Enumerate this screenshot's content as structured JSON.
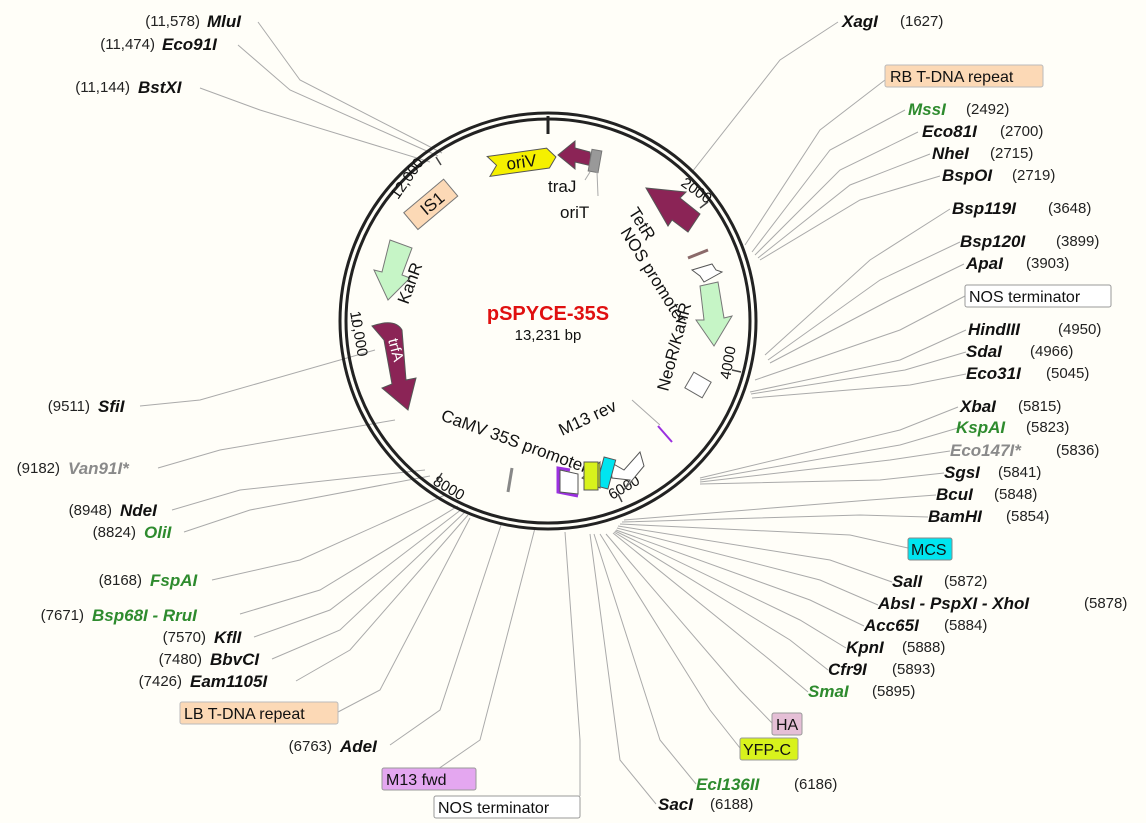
{
  "plasmid": {
    "name": "pSPYCE-35S",
    "size": "13,231 bp",
    "name_color": "#e01010"
  },
  "ticks": [
    "2000",
    "4000",
    "6000",
    "8000",
    "10,000",
    "12,000"
  ],
  "features": {
    "oriV": "oriV",
    "traJ": "traJ",
    "oriT": "oriT",
    "IS1": "IS1",
    "KanR": "KanR",
    "trfA": "trfA",
    "TetR": "TetR",
    "NOS_promoter": "NOS promoter",
    "NeoR": "NeoR/KanR",
    "M13rev": "M13 rev",
    "CaMV": "CaMV 35S promoter"
  },
  "boxes": {
    "rb": "RB T-DNA repeat",
    "nos_term_right": "NOS terminator",
    "mcs": "MCS",
    "ha": "HA",
    "yfp": "YFP-C",
    "lb": "LB T-DNA repeat",
    "m13fwd": "M13 fwd",
    "nos_term_bottom": "NOS terminator"
  },
  "colors": {
    "black_enzyme": "#111111",
    "green_enzyme": "#2e8b2e",
    "gray_enzyme": "#8a8a8a",
    "feature_purple": "#8b2456",
    "feature_green": "#c6f5c6",
    "feature_yellow": "#f5f000",
    "box_peach": "#fcd9b6",
    "box_cyan": "#00e5f0",
    "box_pink": "#e5bfd6",
    "box_violet": "#e4a7f0",
    "box_yellow": "#d8f21c"
  },
  "sites": {
    "mluI": {
      "pos": "(11,578)",
      "name": "MluI"
    },
    "eco91I": {
      "pos": "(11,474)",
      "name": "Eco91I"
    },
    "bstXI": {
      "pos": "(11,144)",
      "name": "BstXI"
    },
    "sfiI": {
      "pos": "(9511)",
      "name": "SfiI"
    },
    "van91I": {
      "pos": "(9182)",
      "name": "Van91I*"
    },
    "ndeI": {
      "pos": "(8948)",
      "name": "NdeI"
    },
    "oliI": {
      "pos": "(8824)",
      "name": "OliI"
    },
    "fspAI": {
      "pos": "(8168)",
      "name": "FspAI"
    },
    "bsp68I": {
      "pos": "(7671)",
      "name": "Bsp68I - RruI"
    },
    "kflI": {
      "pos": "(7570)",
      "name": "KflI"
    },
    "bbvCI": {
      "pos": "(7480)",
      "name": "BbvCI"
    },
    "eam1105I": {
      "pos": "(7426)",
      "name": "Eam1105I"
    },
    "adeI": {
      "pos": "(6763)",
      "name": "AdeI"
    },
    "xagI": {
      "pos": "(1627)",
      "name": "XagI"
    },
    "mssI": {
      "pos": "(2492)",
      "name": "MssI"
    },
    "eco81I": {
      "pos": "(2700)",
      "name": "Eco81I"
    },
    "nheI": {
      "pos": "(2715)",
      "name": "NheI"
    },
    "bspOI": {
      "pos": "(2719)",
      "name": "BspOI"
    },
    "bsp119I": {
      "pos": "(3648)",
      "name": "Bsp119I"
    },
    "bsp120I": {
      "pos": "(3899)",
      "name": "Bsp120I"
    },
    "apaI": {
      "pos": "(3903)",
      "name": "ApaI"
    },
    "hindIII": {
      "pos": "(4950)",
      "name": "HindIII"
    },
    "sdaI": {
      "pos": "(4966)",
      "name": "SdaI"
    },
    "eco31I": {
      "pos": "(5045)",
      "name": "Eco31I"
    },
    "xbaI": {
      "pos": "(5815)",
      "name": "XbaI"
    },
    "kspAI": {
      "pos": "(5823)",
      "name": "KspAI"
    },
    "eco147I": {
      "pos": "(5836)",
      "name": "Eco147I*"
    },
    "sgsI": {
      "pos": "(5841)",
      "name": "SgsI"
    },
    "bcuI": {
      "pos": "(5848)",
      "name": "BcuI"
    },
    "bamHI": {
      "pos": "(5854)",
      "name": "BamHI"
    },
    "salI": {
      "pos": "(5872)",
      "name": "SalI"
    },
    "absI": {
      "pos": "(5878)",
      "name": "AbsI - PspXI - XhoI"
    },
    "acc65I": {
      "pos": "(5884)",
      "name": "Acc65I"
    },
    "kpnI": {
      "pos": "(5888)",
      "name": "KpnI"
    },
    "cfr9I": {
      "pos": "(5893)",
      "name": "Cfr9I"
    },
    "smaI": {
      "pos": "(5895)",
      "name": "SmaI"
    },
    "ecl136II": {
      "pos": "(6186)",
      "name": "Ecl136II"
    },
    "sacI": {
      "pos": "(6188)",
      "name": "SacI"
    }
  }
}
